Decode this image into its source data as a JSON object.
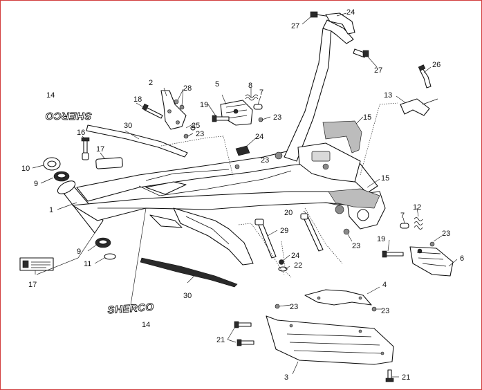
{
  "colors": {
    "frame_border": "#d23c3c",
    "ink": "#111111",
    "paper": "#ffffff"
  },
  "diagram": {
    "decals": {
      "logo_upper": "SHERCO",
      "logo_lower": "SHERCO"
    },
    "callouts": [
      {
        "label": "1"
      },
      {
        "label": "2"
      },
      {
        "label": "3"
      },
      {
        "label": "4"
      },
      {
        "label": "5"
      },
      {
        "label": "6"
      },
      {
        "label": "7"
      },
      {
        "label": "7"
      },
      {
        "label": "8"
      },
      {
        "label": "9"
      },
      {
        "label": "9"
      },
      {
        "label": "10"
      },
      {
        "label": "11"
      },
      {
        "label": "12"
      },
      {
        "label": "13"
      },
      {
        "label": "14"
      },
      {
        "label": "14"
      },
      {
        "label": "15"
      },
      {
        "label": "15"
      },
      {
        "label": "16"
      },
      {
        "label": "17"
      },
      {
        "label": "17"
      },
      {
        "label": "18"
      },
      {
        "label": "19"
      },
      {
        "label": "19"
      },
      {
        "label": "20"
      },
      {
        "label": "21"
      },
      {
        "label": "21"
      },
      {
        "label": "22"
      },
      {
        "label": "23"
      },
      {
        "label": "23"
      },
      {
        "label": "23"
      },
      {
        "label": "23"
      },
      {
        "label": "23"
      },
      {
        "label": "23"
      },
      {
        "label": "23"
      },
      {
        "label": "24"
      },
      {
        "label": "24"
      },
      {
        "label": "24"
      },
      {
        "label": "25"
      },
      {
        "label": "26"
      },
      {
        "label": "27"
      },
      {
        "label": "27"
      },
      {
        "label": "28"
      },
      {
        "label": "29"
      },
      {
        "label": "30"
      },
      {
        "label": "30"
      }
    ]
  }
}
